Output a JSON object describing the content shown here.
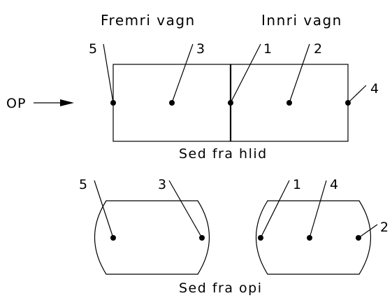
{
  "side_view": {
    "front_car_label": "Fremri vagn",
    "inner_car_label": "Innri vagn",
    "caption": "Sed fra hlid",
    "op_label": "OP",
    "points": {
      "p5": "5",
      "p3": "3",
      "p1": "1",
      "p2": "2",
      "p4": "4"
    }
  },
  "top_view": {
    "caption": "Sed fra opi",
    "points": {
      "p5": "5",
      "p3": "3",
      "p1": "1",
      "p4": "4",
      "p2": "2"
    }
  }
}
